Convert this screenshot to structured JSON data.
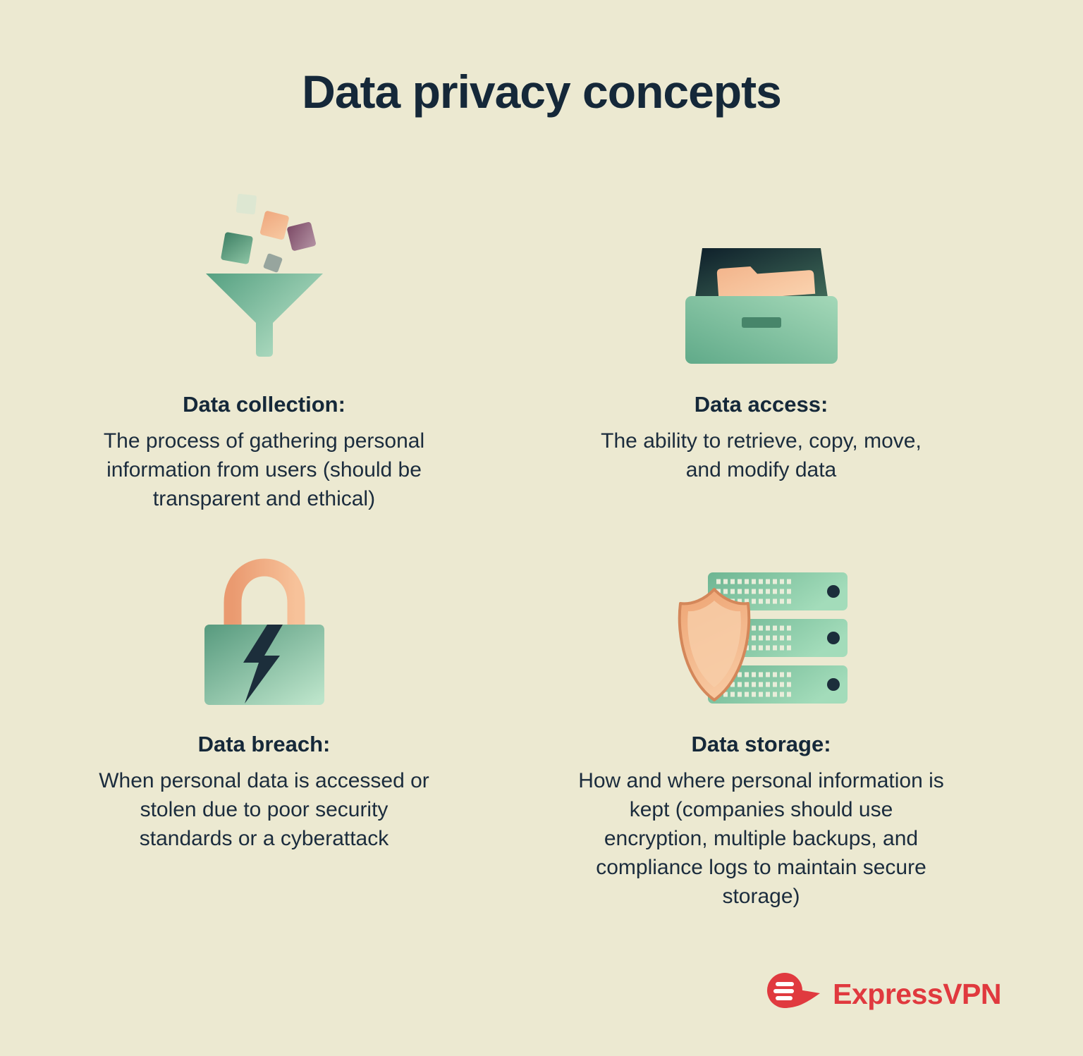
{
  "page": {
    "title": "Data privacy concepts",
    "background_color": "#ECE9D1",
    "text_color": "#1B2C3D",
    "accent_green": "#6FB592",
    "accent_peach": "#F0A87E",
    "accent_navy": "#1C2E3B",
    "brand_red": "#E0393E"
  },
  "concepts": [
    {
      "id": "data-collection",
      "icon": "funnel-icon",
      "title": "Data collection:",
      "description": "The process of gathering personal information from users (should be transparent and ethical)"
    },
    {
      "id": "data-access",
      "icon": "file-drawer-icon",
      "title": "Data access:",
      "description": "The ability to retrieve, copy, move, and modify data"
    },
    {
      "id": "data-breach",
      "icon": "broken-padlock-icon",
      "title": "Data breach:",
      "description": "When personal data is accessed or stolen due to poor security standards or a cyberattack"
    },
    {
      "id": "data-storage",
      "icon": "shield-servers-icon",
      "title": "Data storage:",
      "description": "How and where personal information is kept (companies should use encryption, multiple backups, and compliance logs to maintain secure storage)"
    }
  ],
  "brand": {
    "name": "ExpressVPN"
  }
}
